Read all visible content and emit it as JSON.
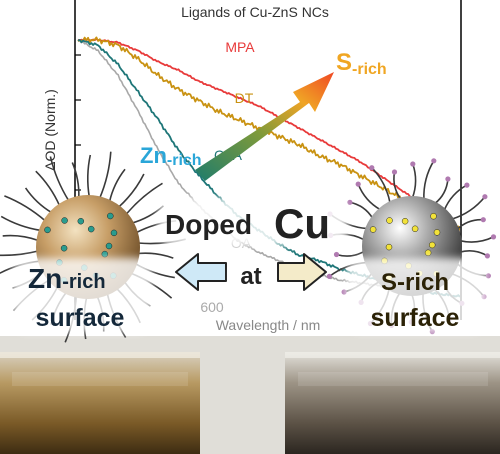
{
  "chart_data": {
    "type": "line",
    "title": "Ligands of Cu-ZnS NCs",
    "xlabel": "Wavelength / nm",
    "ylabel": "ΔOD (Norm.)",
    "x_ticks": [
      "600"
    ],
    "xlim": [
      340,
      720
    ],
    "ylim": [
      0,
      1.05
    ],
    "series": [
      {
        "name": "MPA",
        "color": "#e83a3a",
        "x": [
          340,
          360,
          380,
          400,
          420,
          440,
          460,
          480,
          500,
          520,
          540,
          560,
          580,
          600,
          620,
          640,
          660,
          680,
          700,
          720
        ],
        "y": [
          1.0,
          1.0,
          0.99,
          0.96,
          0.92,
          0.89,
          0.85,
          0.82,
          0.79,
          0.76,
          0.72,
          0.68,
          0.64,
          0.6,
          0.56,
          0.51,
          0.46,
          0.41,
          0.36,
          0.3
        ]
      },
      {
        "name": "DT",
        "color": "#c99212",
        "x": [
          340,
          360,
          380,
          400,
          420,
          440,
          460,
          480,
          500,
          520,
          540,
          560,
          580,
          600,
          620,
          640,
          660,
          680,
          700,
          720
        ],
        "y": [
          1.0,
          1.0,
          0.98,
          0.93,
          0.87,
          0.82,
          0.78,
          0.74,
          0.71,
          0.68,
          0.65,
          0.62,
          0.58,
          0.55,
          0.51,
          0.47,
          0.43,
          0.39,
          0.35,
          0.31
        ]
      },
      {
        "name": "OLA",
        "color": "#1e7678",
        "x": [
          340,
          360,
          380,
          400,
          420,
          440,
          460,
          480,
          500,
          520,
          540,
          560,
          580,
          600,
          620,
          640,
          660,
          680,
          700,
          720
        ],
        "y": [
          1.0,
          0.98,
          0.91,
          0.81,
          0.71,
          0.6,
          0.51,
          0.43,
          0.36,
          0.31,
          0.26,
          0.22,
          0.2,
          0.17,
          0.15,
          0.13,
          0.11,
          0.09,
          0.08,
          0.07
        ]
      },
      {
        "name": "OA",
        "color": "#a8a8a8",
        "x": [
          340,
          360,
          380,
          400,
          420,
          440,
          460,
          480,
          500,
          520,
          540,
          560,
          580,
          600,
          620,
          640,
          660,
          680,
          700,
          720
        ],
        "y": [
          1.0,
          0.96,
          0.87,
          0.74,
          0.6,
          0.48,
          0.4,
          0.33,
          0.27,
          0.23,
          0.2,
          0.17,
          0.15,
          0.13,
          0.12,
          0.11,
          0.1,
          0.09,
          0.08,
          0.07
        ]
      }
    ],
    "annotations": [
      "S-rich",
      "Zn-rich"
    ]
  },
  "labels": {
    "s_rich_main": "S",
    "s_rich_sub": "-rich",
    "zn_rich_main": "Zn",
    "zn_rich_sub": "-rich",
    "doped": "Doped",
    "cu": "Cu",
    "at": "at",
    "left_title_main": "Zn",
    "left_title_sub": "-rich",
    "left_surface": "surface",
    "right_title": "S-rich",
    "right_surface": "surface"
  },
  "colors": {
    "zn_rich": "#2aa6d8",
    "s_rich": "#f0a623",
    "left_arrow": "#cfe9f7",
    "right_arrow": "#f4ebc9",
    "left_sphere": "#b08a56",
    "right_sphere": "#8b8b8b"
  }
}
